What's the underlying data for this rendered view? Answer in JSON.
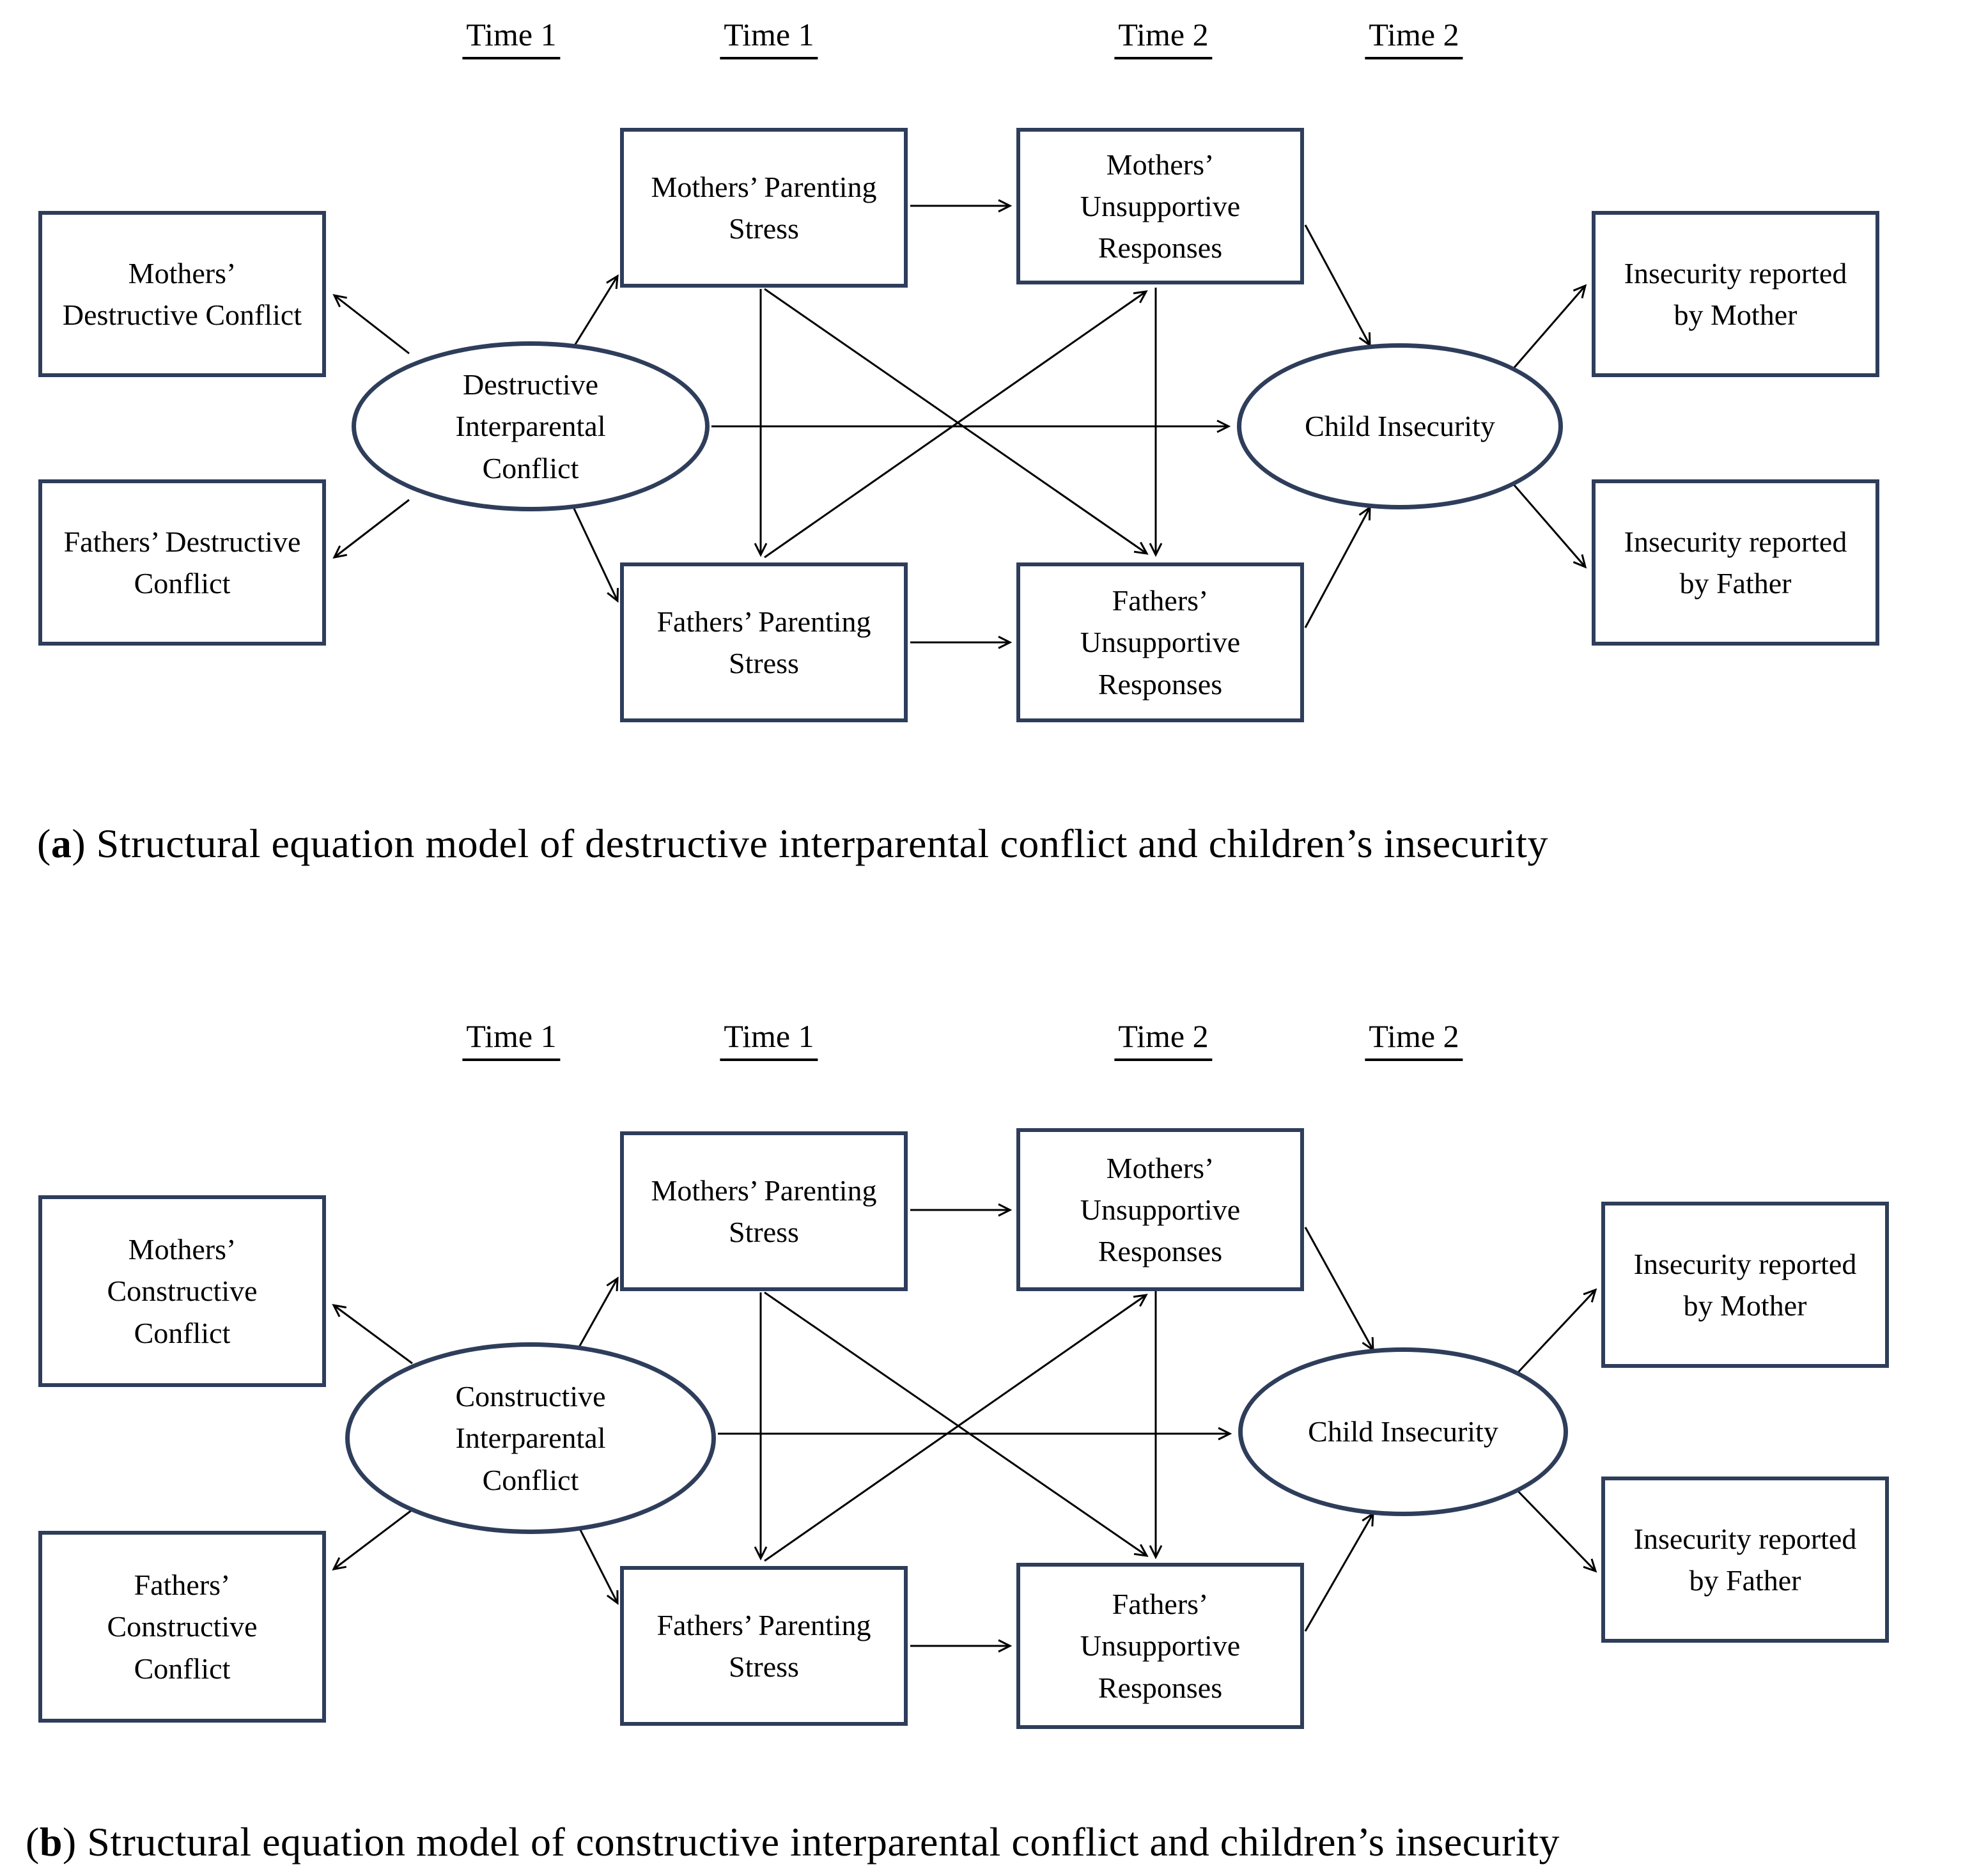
{
  "colors": {
    "shape_border": "#2e3d5a",
    "arrow": "#000000",
    "text": "#000000",
    "background": "#ffffff"
  },
  "panels": [
    {
      "id": "a",
      "time_labels": [
        "Time 1",
        "Time 1",
        "Time 2",
        "Time 2"
      ],
      "nodes": {
        "mother_conflict": "Mothers’ Destructive Conflict",
        "father_conflict": "Fathers’ Destructive Conflict",
        "latent_conflict": "Destructive Interparental Conflict",
        "mother_stress": "Mothers’ Parenting Stress",
        "father_stress": "Fathers’ Parenting Stress",
        "mother_responses": "Mothers’ Unsupportive Responses",
        "father_responses": "Fathers’ Unsupportive Responses",
        "child_insecurity": "Child Insecurity",
        "insecurity_mother": "Insecurity reported by Mother",
        "insecurity_father": "Insecurity reported by Father"
      },
      "caption": {
        "open": "(",
        "letter": "a",
        "close": ") ",
        "text": "Structural equation model of destructive interparental conflict and children’s insecurity"
      }
    },
    {
      "id": "b",
      "time_labels": [
        "Time 1",
        "Time 1",
        "Time 2",
        "Time 2"
      ],
      "nodes": {
        "mother_conflict": "Mothers’ Constructive Conflict",
        "father_conflict": "Fathers’ Constructive Conflict",
        "latent_conflict": "Constructive Interparental Conflict",
        "mother_stress": "Mothers’ Parenting Stress",
        "father_stress": "Fathers’ Parenting Stress",
        "mother_responses": "Mothers’ Unsupportive Responses",
        "father_responses": "Fathers’ Unsupportive Responses",
        "child_insecurity": "Child Insecurity",
        "insecurity_mother": "Insecurity reported by Mother",
        "insecurity_father": "Insecurity reported by Father"
      },
      "caption": {
        "open": "(",
        "letter": "b",
        "close": ") ",
        "text": "Structural equation model of constructive interparental conflict and children’s insecurity"
      }
    }
  ]
}
